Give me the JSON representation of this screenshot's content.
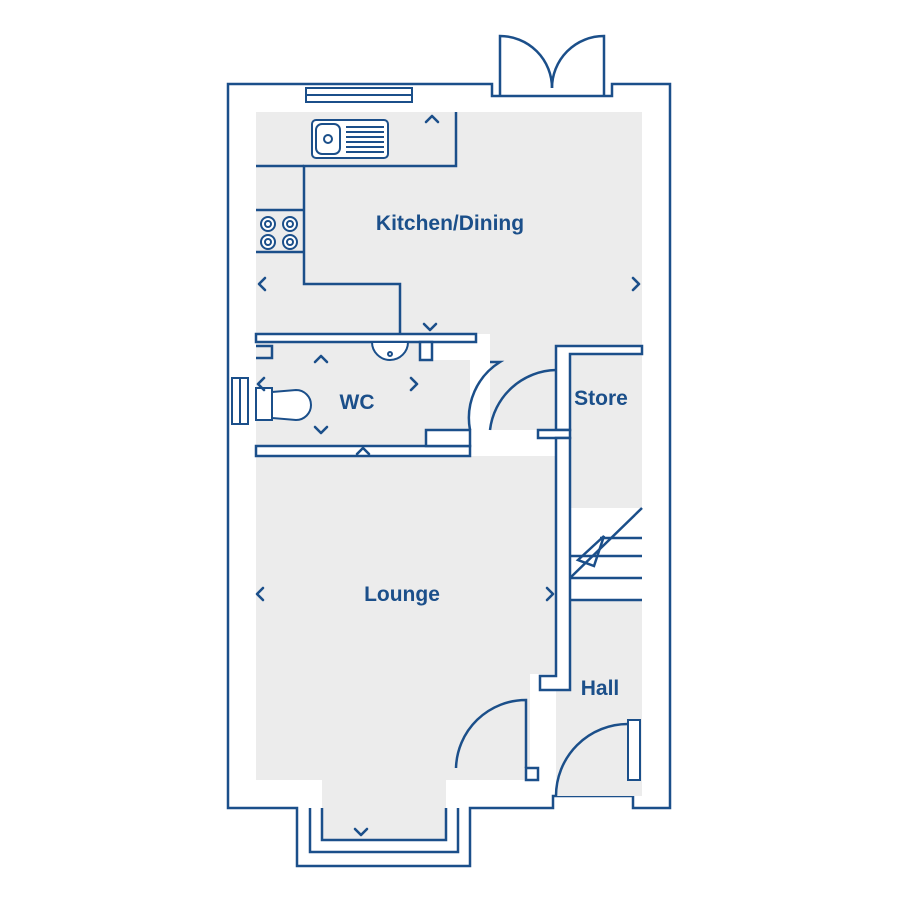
{
  "rooms": {
    "kitchen_dining": "Kitchen/Dining",
    "wc": "WC",
    "store": "Store",
    "lounge": "Lounge",
    "hall": "Hall"
  },
  "colors": {
    "wall": "#1b4f8a",
    "floor": "#ececec",
    "background": "#ffffff"
  }
}
